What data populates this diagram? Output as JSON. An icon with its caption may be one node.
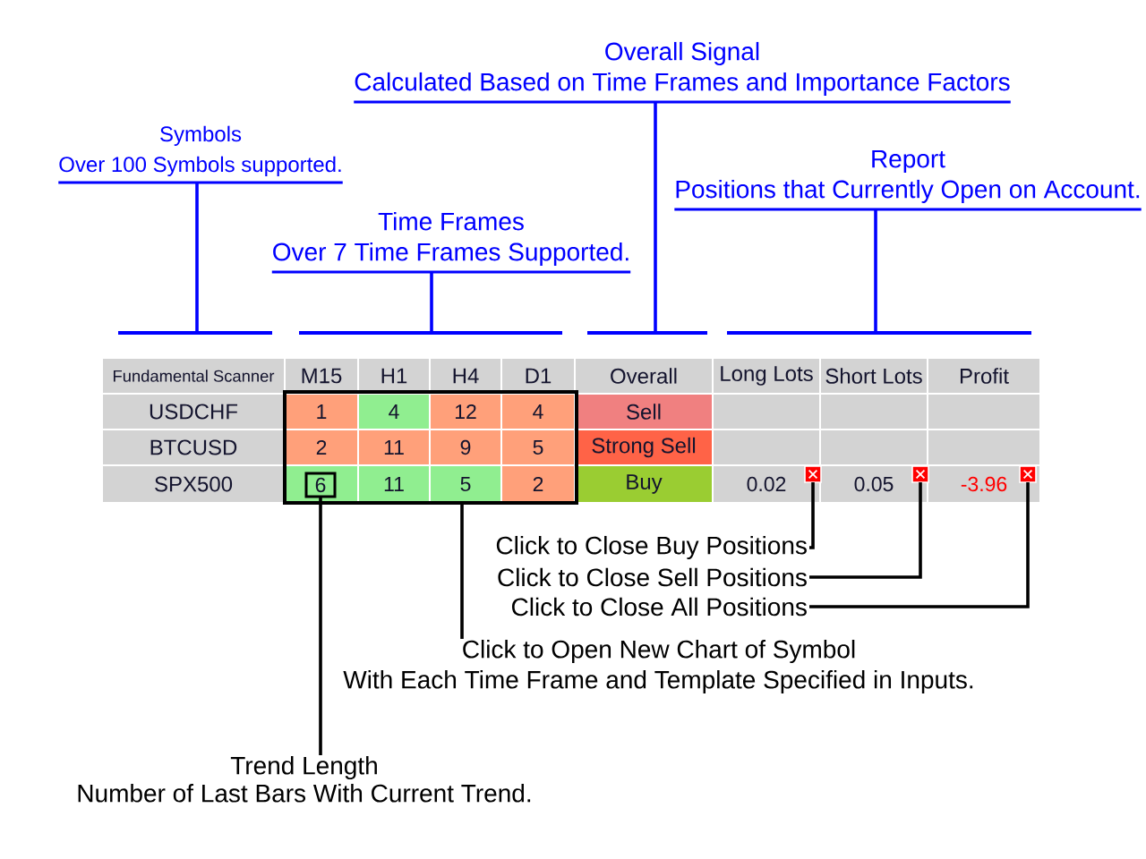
{
  "diagram": {
    "nodes": [
      {
        "text": [
          "Symbols",
          "Over 100 Symbols supported."
        ]
      },
      {
        "text": [
          "Time Frames",
          "Over 7 Time Frames Supported."
        ]
      },
      {
        "text": [
          "Overall Signal",
          "Calculated Based on Time Frames and Importance Factors"
        ]
      },
      {
        "text": [
          "Report",
          "Positions that Currently Open on Account."
        ]
      },
      {
        "text": [],
        "shape": "box"
      },
      {
        "text": [
          "6"
        ],
        "in": 4
      },
      {
        "text": [],
        "shape": "box"
      },
      {
        "text": [],
        "shape": "box"
      },
      {
        "text": [],
        "shape": "box"
      },
      {
        "text": [
          "Click to Close Buy Positions"
        ]
      },
      {
        "text": [
          "Click to Close Sell Positions"
        ]
      },
      {
        "text": [
          "Click to Close All Positions"
        ]
      },
      {
        "text": [
          "Click to Open New Chart of Symbol",
          "With Each Time Frame and Template Specified in Inputs."
        ]
      },
      {
        "text": [
          "Trend Length",
          "Number of Last Bars With Current Trend."
        ]
      }
    ],
    "edges": [
      {
        "from": 0,
        "to": null,
        "arrow": "none",
        "color": "#0000ff"
      },
      {
        "from": 1,
        "to": null,
        "arrow": "none",
        "color": "#0000ff"
      },
      {
        "from": 2,
        "to": null,
        "arrow": "none",
        "color": "#0000ff"
      },
      {
        "from": 3,
        "to": null,
        "arrow": "none",
        "color": "#0000ff"
      },
      {
        "from": 9,
        "to": 6,
        "arrow": "none"
      },
      {
        "from": 10,
        "to": 7,
        "arrow": "none"
      },
      {
        "from": 11,
        "to": 8,
        "arrow": "none"
      },
      {
        "from": 12,
        "to": 4,
        "arrow": "none"
      },
      {
        "from": 13,
        "to": 5,
        "arrow": "none"
      }
    ],
    "labels": [
      "Fundamental Scanner",
      "M15",
      "H1",
      "H4",
      "D1",
      "Overall",
      "Long Lots",
      "Short Lots",
      "Profit",
      "USDCHF",
      "1",
      "4",
      "12",
      "4",
      "Sell",
      "BTCUSD",
      "2",
      "11",
      "9",
      "5",
      "Strong Sell",
      "SPX500",
      "11",
      "5",
      "2",
      "Buy",
      "0.02",
      "0.05",
      "-3.96"
    ]
  }
}
